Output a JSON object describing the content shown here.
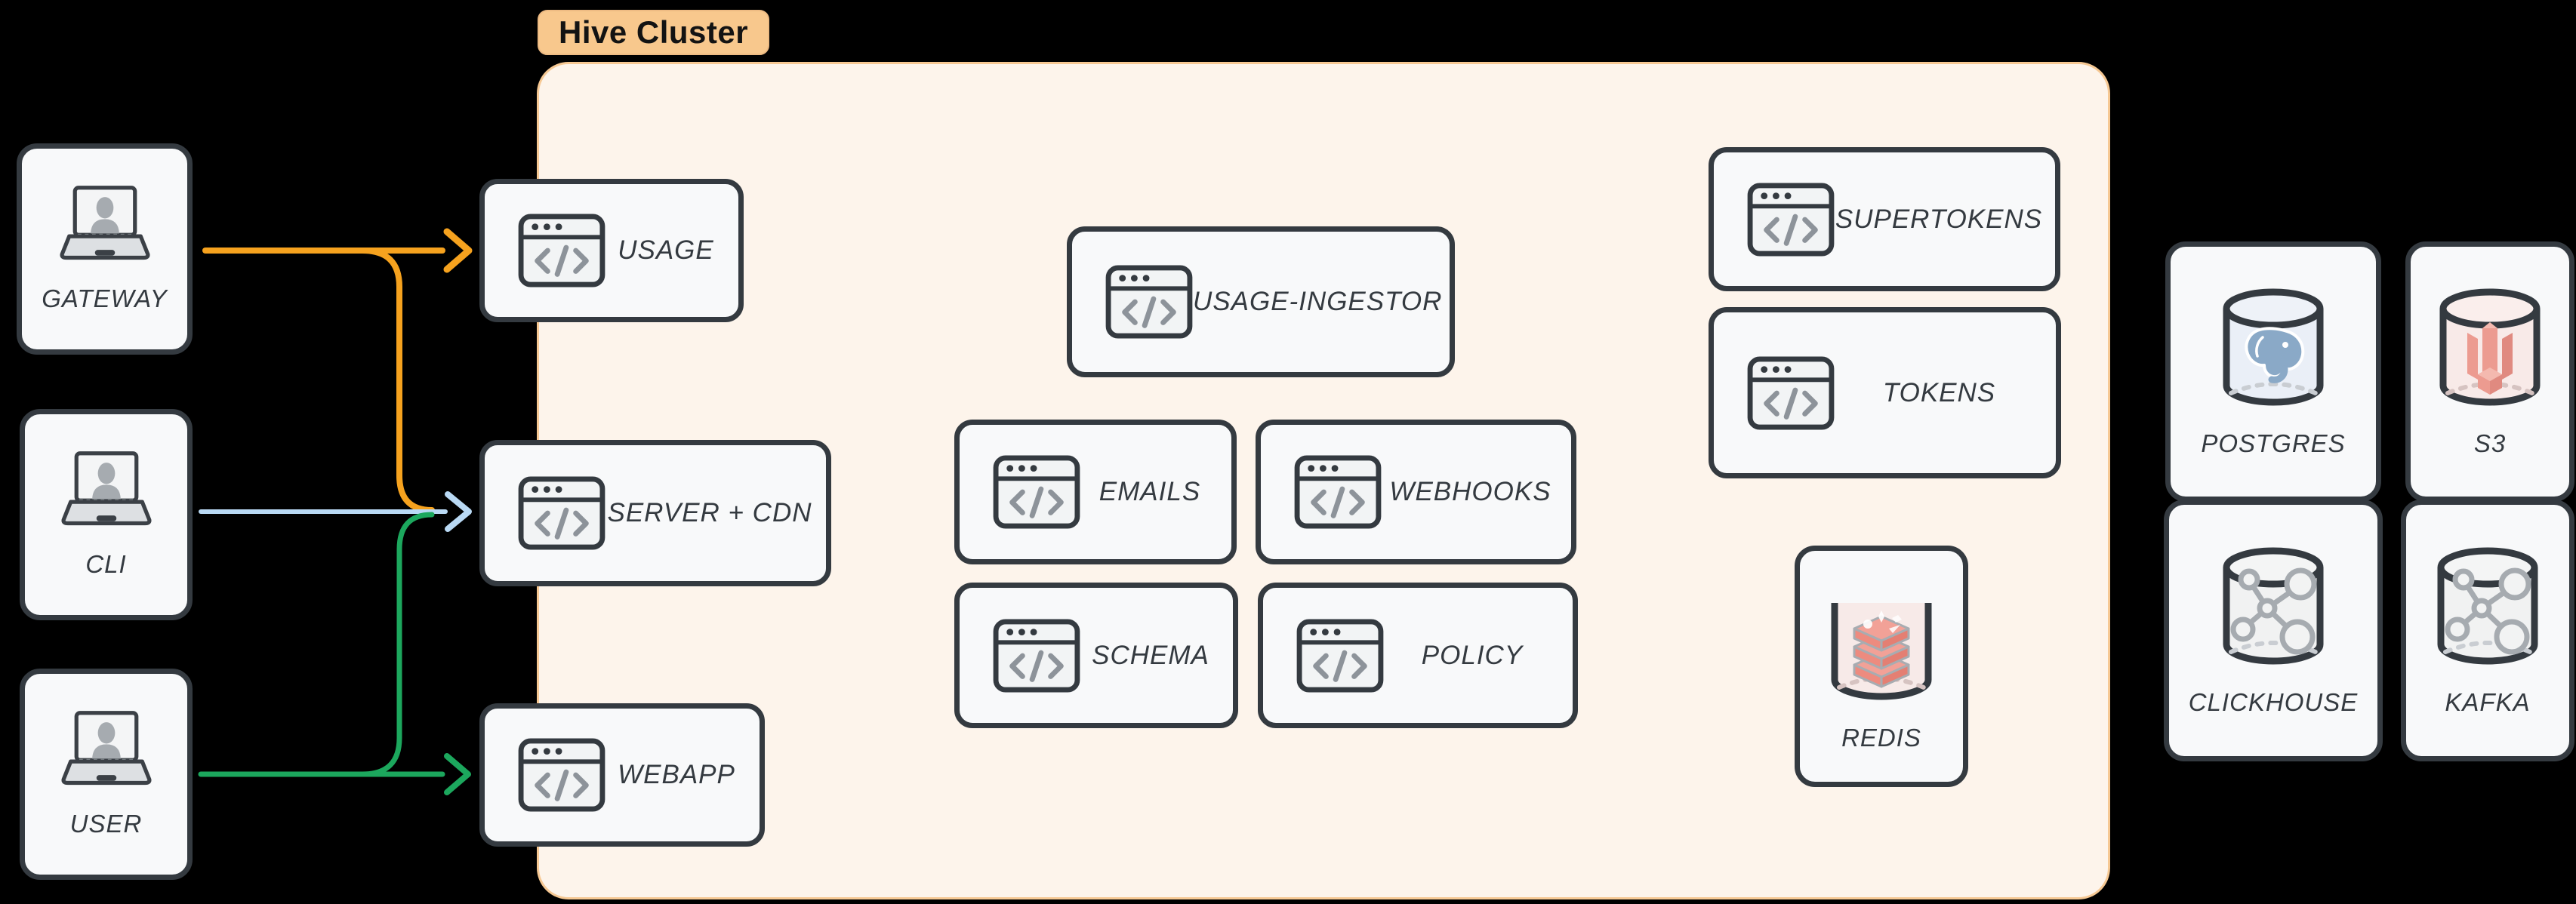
{
  "title": {
    "label": "Hive Cluster"
  },
  "colors": {
    "background": "#000000",
    "cluster_fill": "#fdf4eb",
    "cluster_border": "#f6c893",
    "cluster_label_bg": "#f8c88d",
    "node_fill": "#f8f9fa",
    "node_border": "#343a40",
    "label_text": "#343a40",
    "edge_orange": "#f6a21e",
    "edge_blue": "#b9d9f4",
    "edge_green": "#1ca75d"
  },
  "actors": [
    {
      "id": "gateway",
      "label": "GATEWAY",
      "icon": "laptop-user-icon"
    },
    {
      "id": "cli",
      "label": "CLI",
      "icon": "laptop-user-icon"
    },
    {
      "id": "user",
      "label": "USER",
      "icon": "laptop-user-icon"
    }
  ],
  "services": [
    {
      "id": "usage",
      "label": "USAGE",
      "icon": "code-window-icon"
    },
    {
      "id": "server-cdn",
      "label": "SERVER + CDN",
      "icon": "code-window-icon"
    },
    {
      "id": "webapp",
      "label": "WEBAPP",
      "icon": "code-window-icon"
    },
    {
      "id": "usage-ingestor",
      "label": "USAGE-INGESTOR",
      "icon": "code-window-icon"
    },
    {
      "id": "emails",
      "label": "EMAILS",
      "icon": "code-window-icon"
    },
    {
      "id": "webhooks",
      "label": "WEBHOOKS",
      "icon": "code-window-icon"
    },
    {
      "id": "schema",
      "label": "SCHEMA",
      "icon": "code-window-icon"
    },
    {
      "id": "policy",
      "label": "POLICY",
      "icon": "code-window-icon"
    },
    {
      "id": "supertokens",
      "label": "SUPERTOKENS",
      "icon": "code-window-icon"
    },
    {
      "id": "tokens",
      "label": "TOKENS",
      "icon": "code-window-icon"
    }
  ],
  "datastores": [
    {
      "id": "redis",
      "label": "REDIS",
      "icon": "redis-stack-cylinder-icon",
      "inside_cluster": true
    },
    {
      "id": "postgres",
      "label": "POSTGRES",
      "icon": "postgres-elephant-cylinder-icon",
      "inside_cluster": false
    },
    {
      "id": "s3",
      "label": "S3",
      "icon": "s3-bucket-cylinder-icon",
      "inside_cluster": false
    },
    {
      "id": "clickhouse",
      "label": "CLICKHOUSE",
      "icon": "molecule-cylinder-icon",
      "inside_cluster": false
    },
    {
      "id": "kafka",
      "label": "KAFKA",
      "icon": "molecule-cylinder-icon",
      "inside_cluster": false
    }
  ],
  "edges": [
    {
      "from": "GATEWAY",
      "to": "USAGE",
      "color": "#f6a21e"
    },
    {
      "from": "GATEWAY",
      "to": "SERVER + CDN",
      "color": "#f6a21e"
    },
    {
      "from": "CLI",
      "to": "SERVER + CDN",
      "color": "#b9d9f4"
    },
    {
      "from": "USER",
      "to": "SERVER + CDN",
      "color": "#1ca75d"
    },
    {
      "from": "USER",
      "to": "WEBAPP",
      "color": "#1ca75d"
    }
  ]
}
